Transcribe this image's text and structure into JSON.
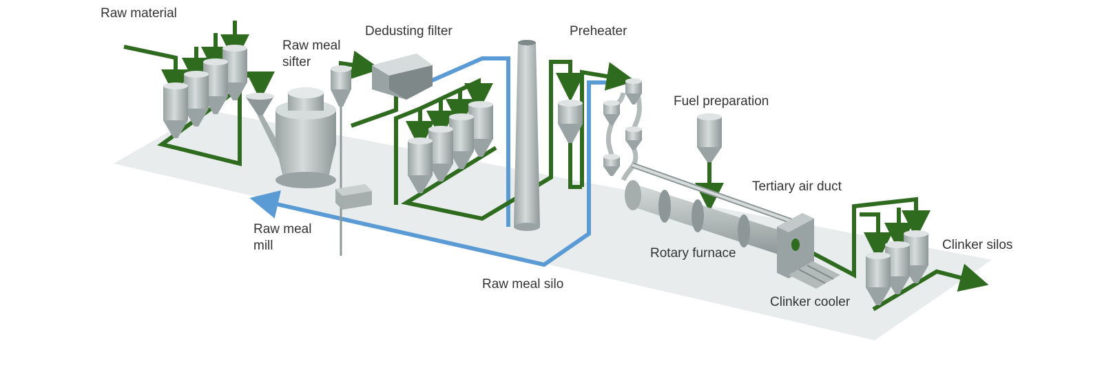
{
  "labels": {
    "raw_material": "Raw material",
    "raw_meal_sifter": "Raw meal\nsifter",
    "dedusting_filter": "Dedusting filter",
    "preheater": "Preheater",
    "fuel_preparation": "Fuel preparation",
    "tertiary_air_duct": "Tertiary air duct",
    "raw_meal_mill": "Raw meal\nmill",
    "rotary_furnace": "Rotary furnace",
    "raw_meal_silo": "Raw meal silo",
    "clinker_cooler": "Clinker cooler",
    "clinker_silos": "Clinker silos"
  },
  "colors": {
    "material_flow": "#2f6b1f",
    "gas_flow": "#5b9bd5",
    "equipment": "#c3c9c9",
    "floor": "#e8ecec"
  }
}
